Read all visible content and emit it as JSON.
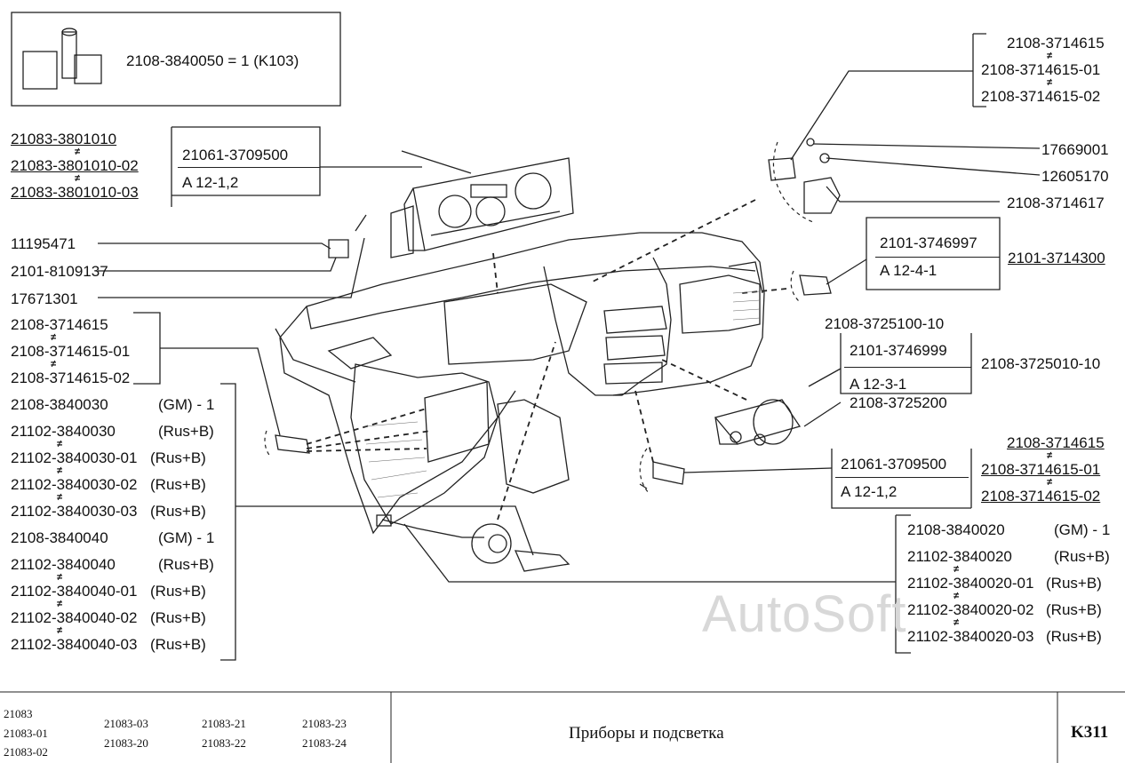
{
  "kit": {
    "text": "2108-3840050 = 1 (K103)"
  },
  "top_left_group": {
    "items": [
      "21083-3801010",
      "21083-3801010-02",
      "21083-3801010-03"
    ]
  },
  "lamp_box_top": {
    "part": "21061-3709500",
    "spec": "A 12-1,2"
  },
  "left_single": [
    "11195471",
    "2101-8109137",
    "17671301"
  ],
  "left_switch_group": {
    "items": [
      "2108-3714615",
      "2108-3714615-01",
      "2108-3714615-02"
    ]
  },
  "left_sensors": [
    {
      "part": "2108-3840030",
      "tag": "(GM) - 1"
    },
    {
      "part": "21102-3840030",
      "tag": "(Rus+B)"
    },
    {
      "part": "21102-3840030-01",
      "tag": "(Rus+B)"
    },
    {
      "part": "21102-3840030-02",
      "tag": "(Rus+B)"
    },
    {
      "part": "21102-3840030-03",
      "tag": "(Rus+B)"
    },
    {
      "part": "2108-3840040",
      "tag": "(GM) - 1"
    },
    {
      "part": "21102-3840040",
      "tag": "(Rus+B)"
    },
    {
      "part": "21102-3840040-01",
      "tag": "(Rus+B)"
    },
    {
      "part": "21102-3840040-02",
      "tag": "(Rus+B)"
    },
    {
      "part": "21102-3840040-03",
      "tag": "(Rus+B)"
    }
  ],
  "top_right_group": {
    "items": [
      "2108-3714615",
      "2108-3714615-01",
      "2108-3714615-02"
    ]
  },
  "right_single": [
    "17669001",
    "12605170",
    "2108-3714617"
  ],
  "lamp_box_right": {
    "part": "2101-3746997",
    "spec": "A 12-4-1",
    "assembly": "2101-3714300"
  },
  "lighter": {
    "part": "2108-3725100-10",
    "lamp": "2101-3746999",
    "spec": "A 12-3-1",
    "holder": "2108-3725200",
    "assembly": "2108-3725010-10"
  },
  "lamp_box_bottom": {
    "part": "21061-3709500",
    "spec": "A 12-1,2"
  },
  "right_switch_group": {
    "items": [
      "2108-3714615",
      "2108-3714615-01",
      "2108-3714615-02"
    ]
  },
  "right_sensors": [
    {
      "part": "2108-3840020",
      "tag": "(GM) - 1"
    },
    {
      "part": "21102-3840020",
      "tag": "(Rus+B)"
    },
    {
      "part": "21102-3840020-01",
      "tag": "(Rus+B)"
    },
    {
      "part": "21102-3840020-02",
      "tag": "(Rus+B)"
    },
    {
      "part": "21102-3840020-03",
      "tag": "(Rus+B)"
    }
  ],
  "watermark": "AutoSoft",
  "footer": {
    "models": [
      "21083",
      "21083-01",
      "21083-02",
      "21083-03",
      "21083-20",
      "21083-21",
      "21083-22",
      "21083-23",
      "21083-24"
    ],
    "title": "Приборы и подсветка",
    "code": "K311"
  }
}
